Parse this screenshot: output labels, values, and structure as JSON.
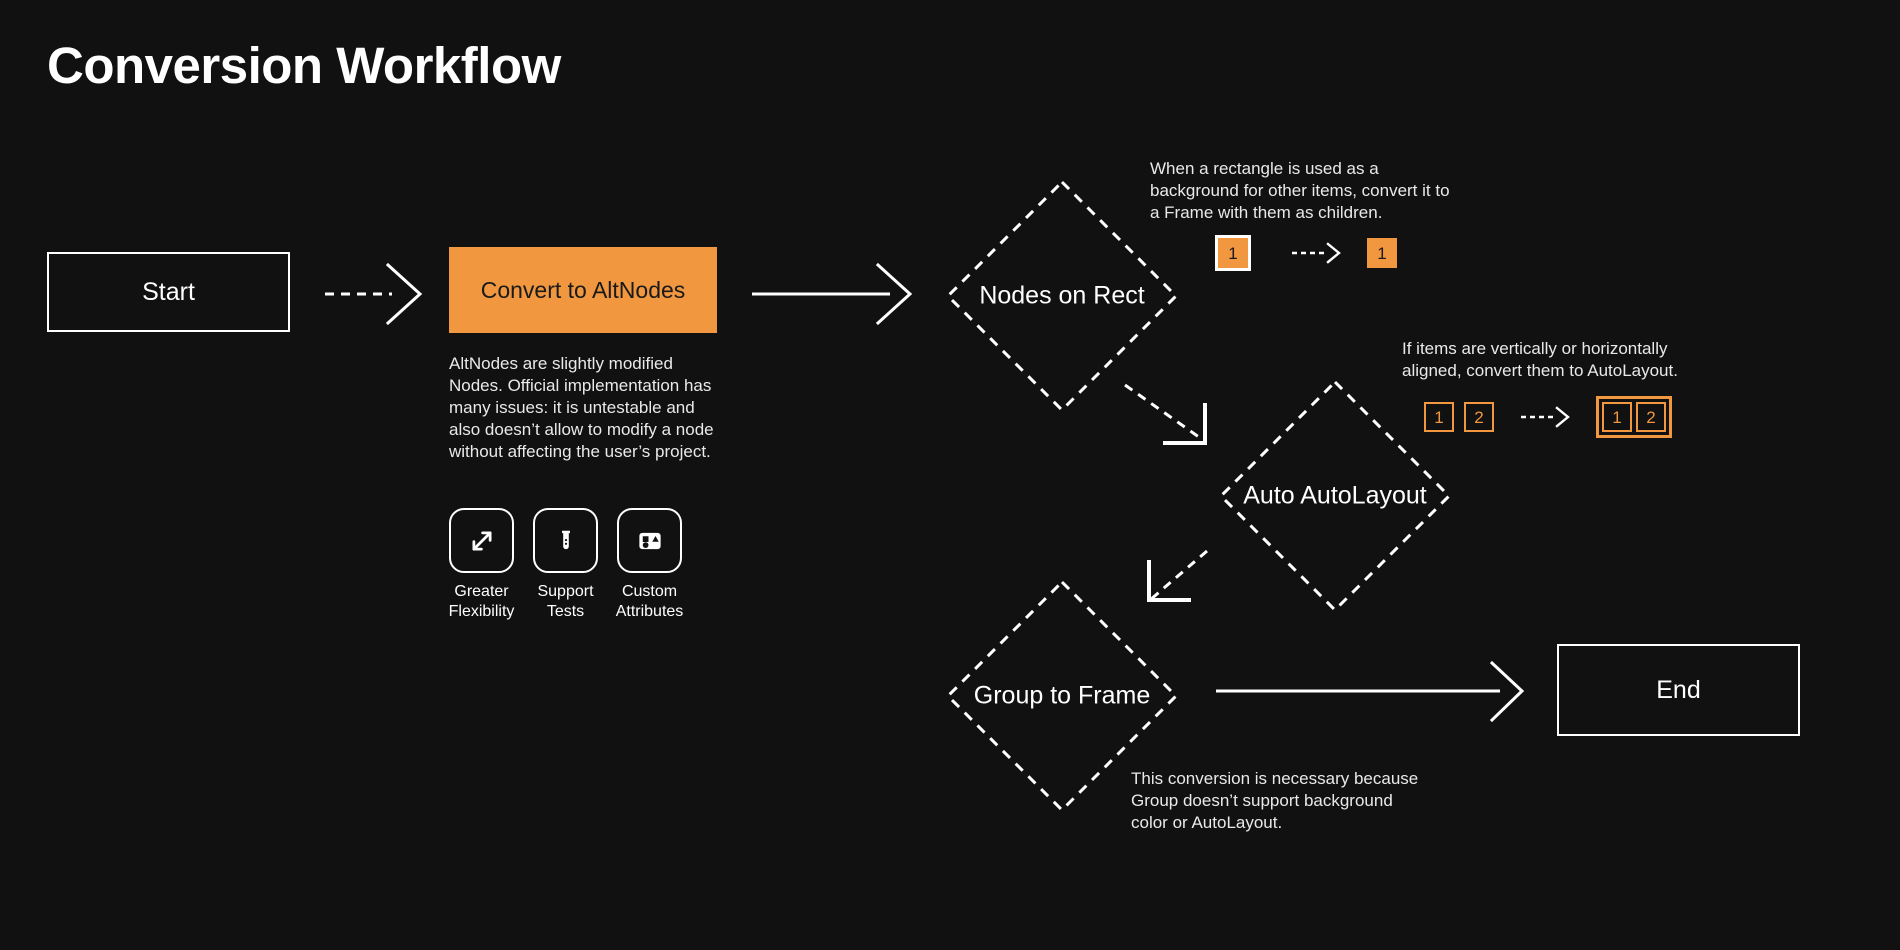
{
  "page": {
    "title": "Conversion Workflow",
    "background_color": "#111111",
    "accent_color": "#F0973F",
    "text_color": "#ffffff"
  },
  "nodes": {
    "start": {
      "label": "Start",
      "shape": "rectangle"
    },
    "convert": {
      "label": "Convert to AltNodes",
      "shape": "rectangle-filled",
      "fill": "#F0973F"
    },
    "nodes_on_rect": {
      "label": "Nodes on Rect",
      "shape": "diamond-dashed"
    },
    "auto_autolayout": {
      "label": "Auto AutoLayout",
      "shape": "diamond-dashed"
    },
    "group_to_frame": {
      "label": "Group to Frame",
      "shape": "diamond-dashed"
    },
    "end": {
      "label": "End",
      "shape": "rectangle"
    }
  },
  "convert_description": "AltNodes are slightly modified Nodes. Official implementation has many issues: it is untestable and also doesn’t allow to modify a node without affecting the user’s project.",
  "features": [
    {
      "icon": "expand-arrows-icon",
      "label": "Greater Flexibility"
    },
    {
      "icon": "test-tube-icon",
      "label": "Support Tests"
    },
    {
      "icon": "shapes-attributes-icon",
      "label": "Custom Attributes"
    }
  ],
  "notes": {
    "nodes_on_rect": "When a rectangle is used as a background for other items, convert it to a Frame with them as children.",
    "auto_autolayout": "If items are vertically or horizontally aligned, convert them to AutoLayout.",
    "group_to_frame": "This conversion is necessary because Group doesn’t support background color or AutoLayout."
  },
  "badges": {
    "nodes_on_rect": {
      "before": [
        {
          "text": "1",
          "style": "solid-bordered"
        }
      ],
      "after": [
        {
          "text": "1",
          "style": "solid"
        }
      ]
    },
    "auto_autolayout": {
      "before": [
        {
          "text": "1",
          "style": "outline"
        },
        {
          "text": "2",
          "style": "outline"
        }
      ],
      "after": [
        {
          "text": "1",
          "style": "outline"
        },
        {
          "text": "2",
          "style": "outline"
        }
      ],
      "after_wrapped": true
    }
  },
  "connectors": [
    {
      "from": "start",
      "to": "convert",
      "style": "dashed",
      "direction": "right"
    },
    {
      "from": "convert",
      "to": "nodes_on_rect",
      "style": "solid",
      "direction": "right"
    },
    {
      "from": "nodes_on_rect",
      "to": "auto_autolayout",
      "style": "dashed",
      "direction": "down-right"
    },
    {
      "from": "auto_autolayout",
      "to": "group_to_frame",
      "style": "dashed",
      "direction": "down-left"
    },
    {
      "from": "group_to_frame",
      "to": "end",
      "style": "solid",
      "direction": "right"
    }
  ]
}
